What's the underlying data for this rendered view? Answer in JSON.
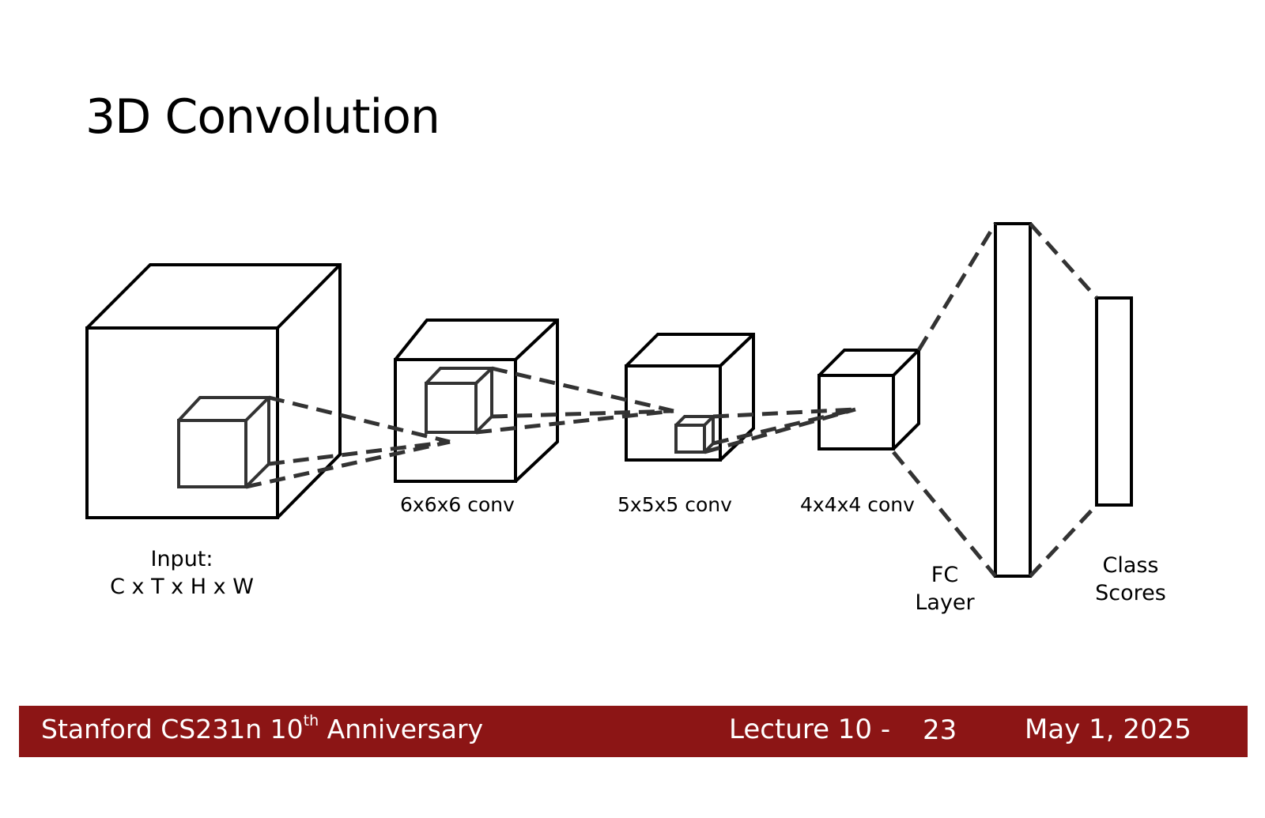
{
  "slide": {
    "title": "3D Convolution"
  },
  "diagram": {
    "input_label_line1": "Input:",
    "input_label_line2": "C x T x H x W",
    "conv1_label": "6x6x6 conv",
    "conv2_label": "5x5x5 conv",
    "conv3_label": "4x4x4 conv",
    "fc_label_line1": "FC",
    "fc_label_line2": "Layer",
    "scores_label_line1": "Class",
    "scores_label_line2": "Scores",
    "colors": {
      "stroke": "#000000",
      "dashed": "#333333"
    }
  },
  "footer": {
    "course": "Stanford CS231n 10",
    "course_sup": "th",
    "course_suffix": " Anniversary",
    "lecture": "Lecture 10 -",
    "page": "23",
    "date": "May 1, 2025",
    "color": "#8c1515"
  }
}
